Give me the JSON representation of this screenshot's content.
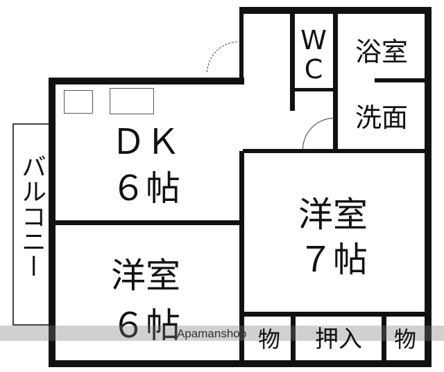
{
  "rooms": {
    "dk": {
      "name": "ＤＫ",
      "size": "６帖"
    },
    "western_6": {
      "name": "洋室",
      "size": "６帖"
    },
    "western_7": {
      "name": "洋室",
      "size": "７帖"
    },
    "wc_top": "W",
    "wc_bottom": "C",
    "bath": "浴室",
    "washroom": "洗面",
    "storage_left": "物",
    "closet": "押入",
    "storage_right": "物",
    "balcony": "バルコニー"
  },
  "watermark": "Apamanshop"
}
